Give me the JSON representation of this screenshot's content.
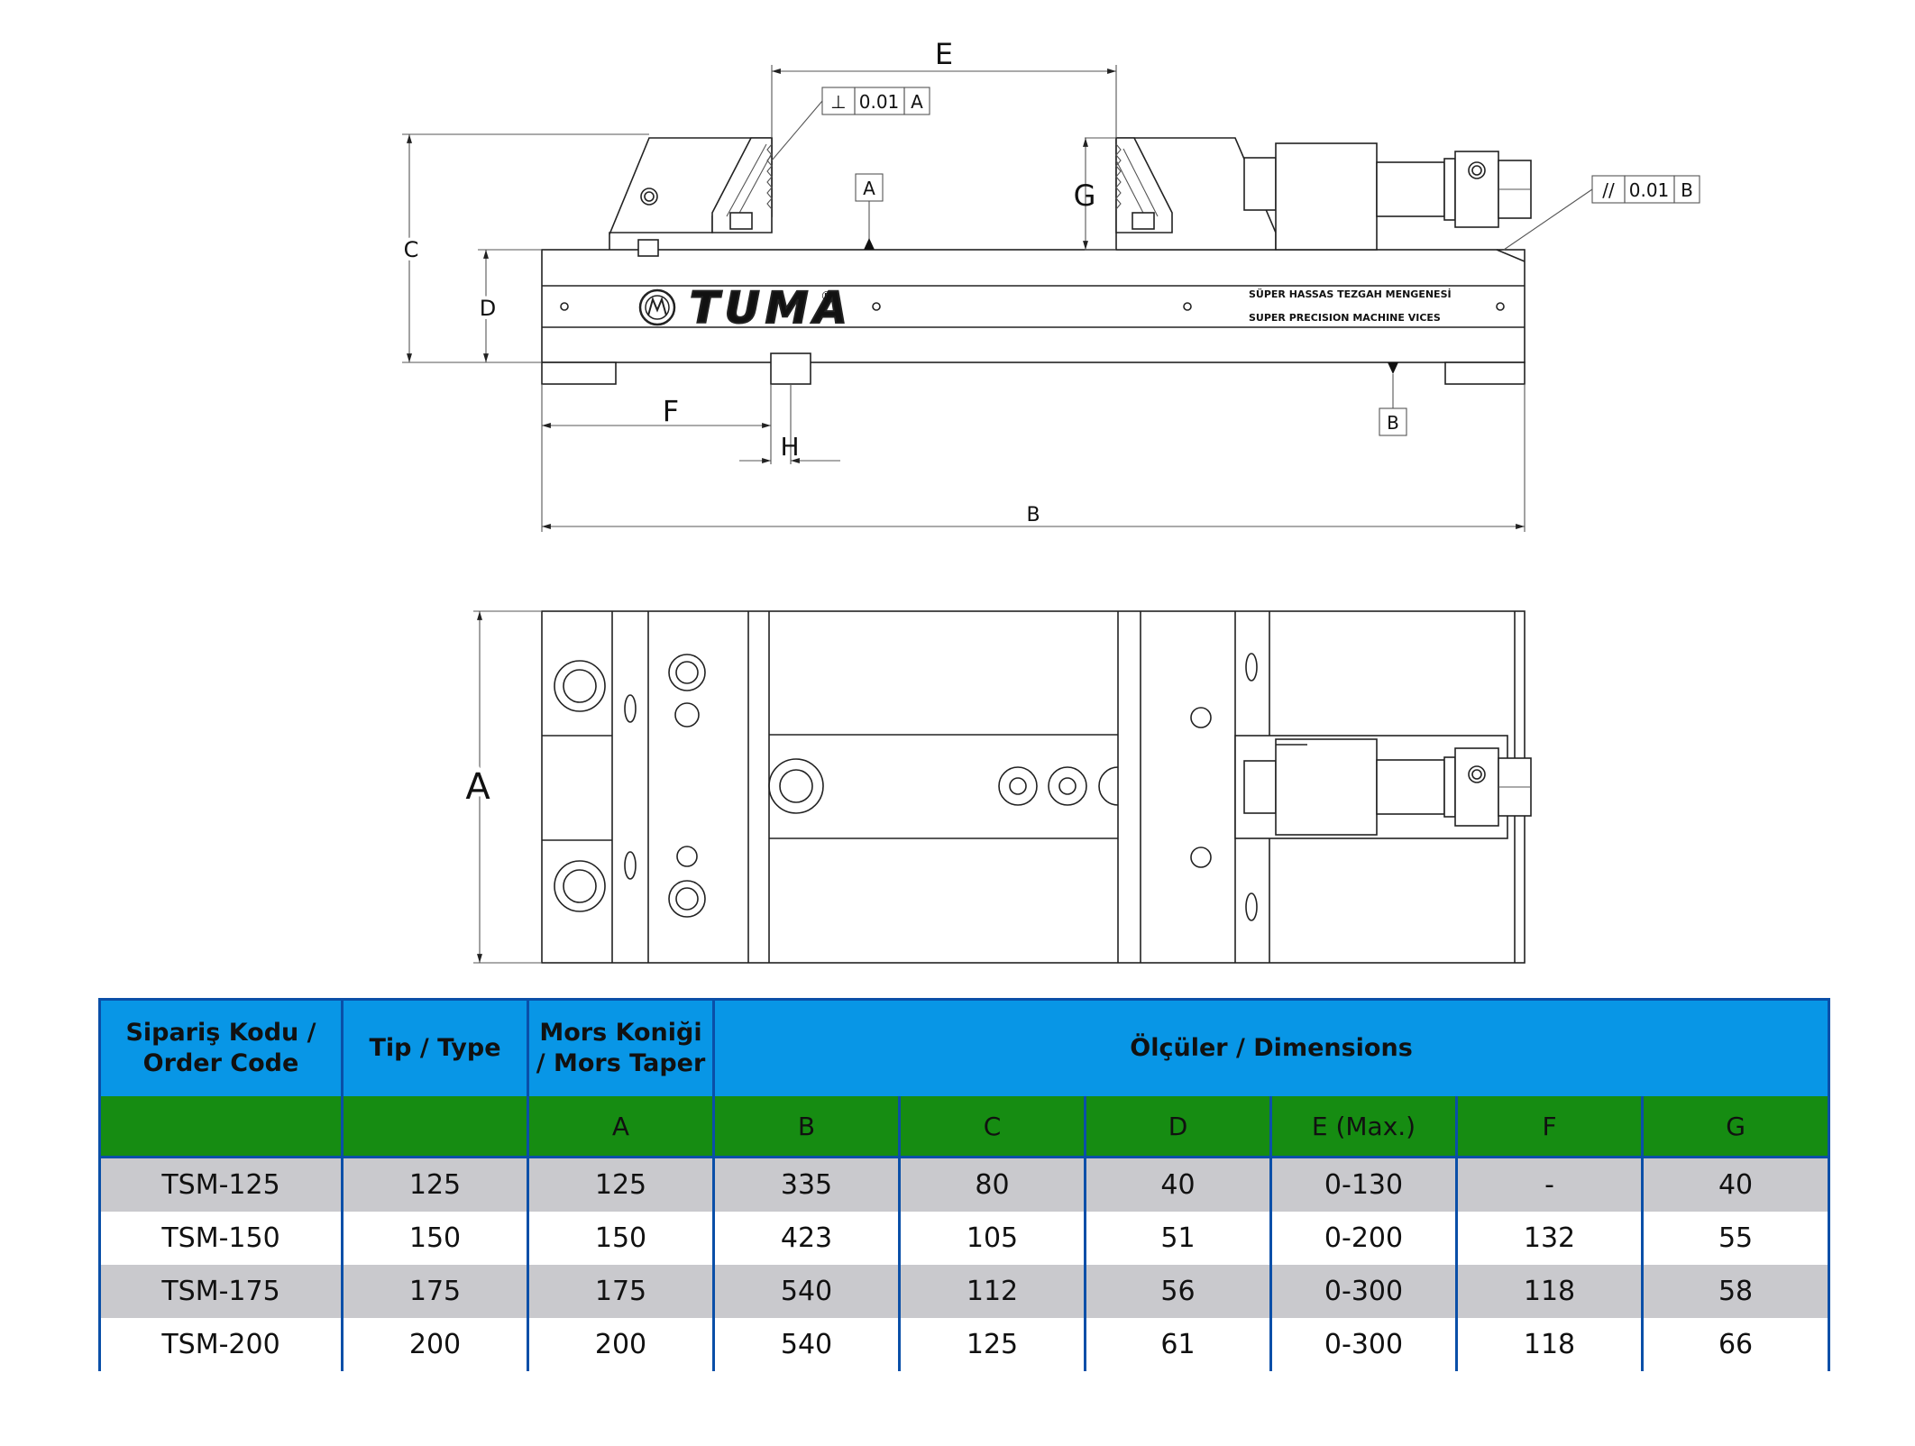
{
  "drawing": {
    "side_view": {
      "dimension_labels": [
        "E",
        "C",
        "D",
        "G",
        "F",
        "H",
        "B"
      ],
      "datum_a": "A",
      "datum_b": "B",
      "tolerance_perpendicular": {
        "symbol": "⊥",
        "value": "0.01",
        "datum": "A"
      },
      "tolerance_parallel": {
        "symbol": "//",
        "value": "0.01",
        "datum": "B"
      },
      "brand": "TUMA",
      "registered_mark": "®",
      "plate_line_1": "SÜPER HASSAS TEZGAH MENGENESİ",
      "plate_line_2": "SUPER PRECISION MACHINE VICES"
    },
    "top_view": {
      "dimension_label": "A"
    }
  },
  "table": {
    "headers": {
      "order_code": [
        "Sipariş Kodu /",
        "Order Code"
      ],
      "type": "Tip / Type",
      "mors_taper": [
        "Mors Koniği",
        "/ Mors Taper"
      ],
      "dimensions": "Ölçüler / Dimensions"
    },
    "sub_headers": [
      "",
      "",
      "A",
      "B",
      "C",
      "D",
      "E (Max.)",
      "F",
      "G"
    ],
    "rows": [
      [
        "TSM-125",
        "125",
        "125",
        "335",
        "80",
        "40",
        "0-130",
        "-",
        "40"
      ],
      [
        "TSM-150",
        "150",
        "150",
        "423",
        "105",
        "51",
        "0-200",
        "132",
        "55"
      ],
      [
        "TSM-175",
        "175",
        "175",
        "540",
        "112",
        "56",
        "0-300",
        "118",
        "58"
      ],
      [
        "TSM-200",
        "200",
        "200",
        "540",
        "125",
        "61",
        "0-300",
        "118",
        "66"
      ]
    ]
  },
  "colors": {
    "header_blue": "#0896e6",
    "header_green": "#168c12",
    "row_gray": "#c9c9cd",
    "divider_blue": "#0a4fa8"
  }
}
